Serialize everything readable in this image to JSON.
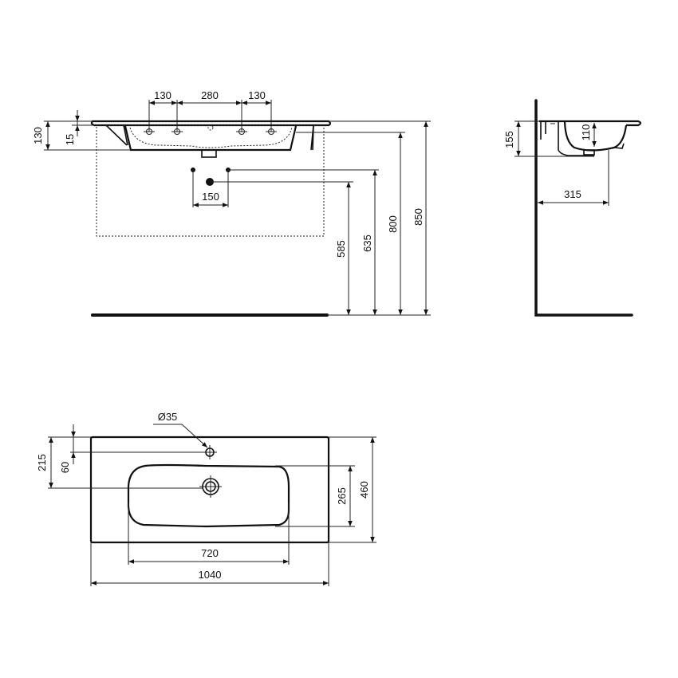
{
  "drawing": {
    "title": "Washbasin dimensional drawing",
    "front_view": {
      "top_dims": [
        "130",
        "280",
        "130"
      ],
      "left_dims": [
        "130",
        "15"
      ],
      "tap_spacing": "150",
      "height_dims": [
        "585",
        "635",
        "800",
        "850"
      ]
    },
    "side_view": {
      "depth_dims": [
        "155",
        "110"
      ],
      "projection": "315"
    },
    "plan_view": {
      "hole_diameter": "Ø35",
      "left_dims": [
        "215",
        "60"
      ],
      "right_dims": [
        "265",
        "460"
      ],
      "bottom_dims": [
        "720",
        "1040"
      ]
    }
  },
  "colors": {
    "line": "#111111",
    "background": "#ffffff"
  }
}
